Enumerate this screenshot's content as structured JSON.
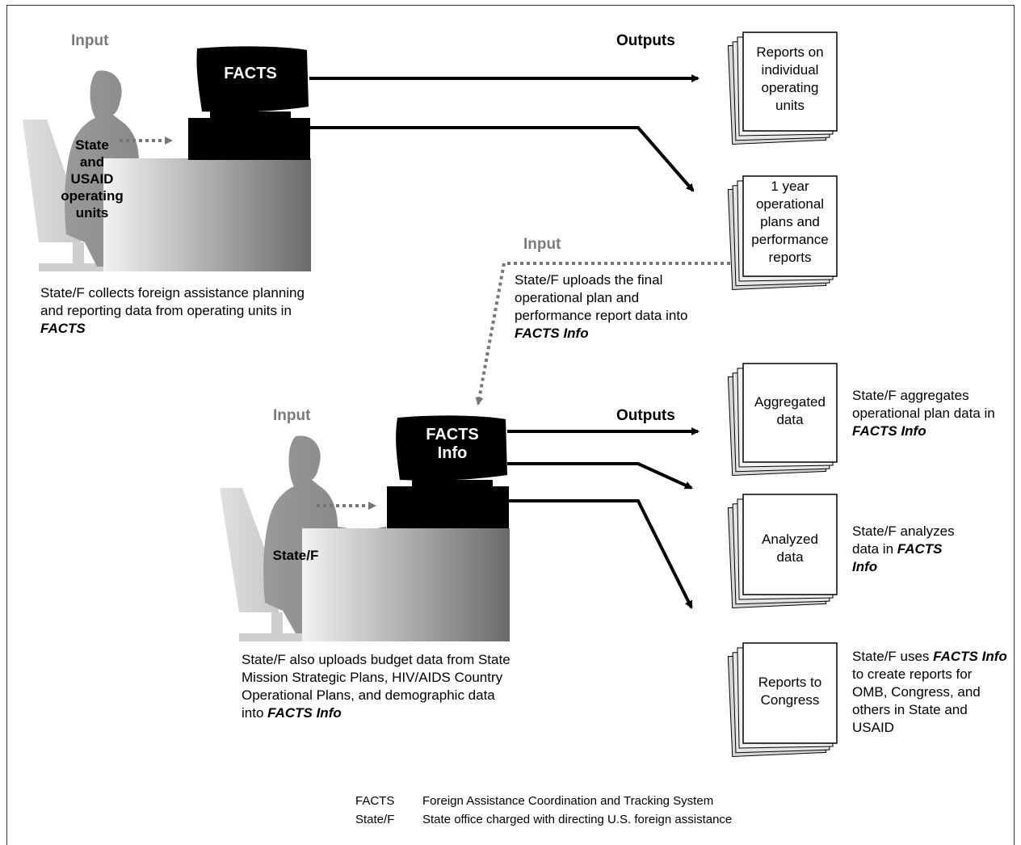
{
  "top": {
    "input_label": "Input",
    "outputs_label": "Outputs",
    "system_label": "FACTS",
    "person_label_lines": [
      "State",
      "and",
      "USAID",
      "operating",
      "units"
    ],
    "caption_pre": "State/F collects foreign assistance planning and reporting data from operating units in ",
    "caption_em": "FACTS",
    "caption_post": ""
  },
  "middle": {
    "input_label": "Input",
    "caption_pre": "State/F uploads the final operational plan and performance report data into ",
    "caption_em": "FACTS Info",
    "caption_post": ""
  },
  "bottom": {
    "input_label": "Input",
    "outputs_label": "Outputs",
    "system_label_lines": [
      "FACTS",
      "Info"
    ],
    "person_label": "State/F",
    "caption_pre": "State/F also uploads budget data from State Mission Strategic Plans, HIV/AIDS Country Operational Plans, and demographic data into ",
    "caption_em": "FACTS Info",
    "caption_post": ""
  },
  "documents": [
    {
      "label_lines": [
        "Reports on",
        "individual",
        "operating",
        "units"
      ]
    },
    {
      "label_lines": [
        "1 year",
        "operational",
        "plans and",
        "performance",
        "reports"
      ]
    },
    {
      "label_lines": [
        "Aggregated",
        "data"
      ]
    },
    {
      "label_lines": [
        "Analyzed",
        "data"
      ]
    },
    {
      "label_lines": [
        "Reports to",
        "Congress"
      ]
    }
  ],
  "doc_notes": [
    {
      "pre": "State/F aggregates operational plan data in ",
      "em": "FACTS Info",
      "post": ""
    },
    {
      "pre": "State/F analyzes data in ",
      "em": "FACTS Info",
      "post": ""
    },
    {
      "pre": "State/F uses ",
      "em": "FACTS Info",
      "post": " to create reports for OMB, Congress, and others in State and USAID"
    }
  ],
  "legend": [
    {
      "abbr": "FACTS",
      "definition": "Foreign Assistance Coordination and Tracking System"
    },
    {
      "abbr": "State/F",
      "definition": "State office charged with directing U.S. foreign assistance"
    }
  ],
  "colors": {
    "label_gray": "#7a7a7a",
    "monitor": "#000000",
    "desk_dark": "#6e6e6e",
    "desk_light": "#ececec",
    "dotted_arrow": "#777777"
  }
}
